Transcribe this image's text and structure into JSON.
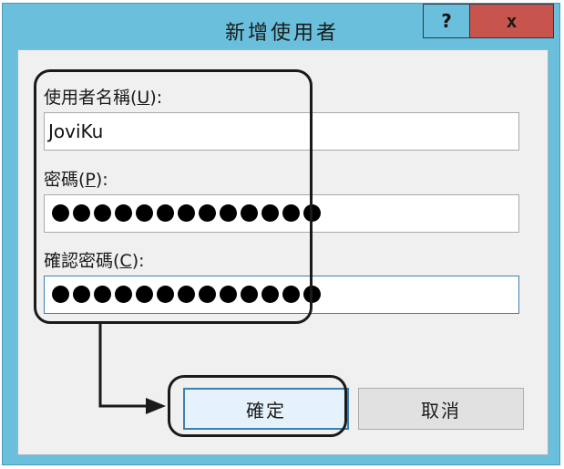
{
  "window": {
    "title": "新增使用者",
    "help_label": "?",
    "close_label": "x"
  },
  "form": {
    "username": {
      "label_prefix": "使用者名稱(",
      "access_key": "U",
      "label_suffix": "):",
      "value": "JoviKu"
    },
    "password": {
      "label_prefix": "密碼(",
      "access_key": "P",
      "label_suffix": "):",
      "masked_length": 13
    },
    "confirm_password": {
      "label_prefix": "確認密碼(",
      "access_key": "C",
      "label_suffix": "):",
      "masked_length": 13
    }
  },
  "buttons": {
    "ok_label": "確定",
    "cancel_label": "取消"
  },
  "colors": {
    "frame": "#6ac0dc",
    "close_button": "#c8554d",
    "client": "#f0f0f0",
    "ok_button_border": "#3c7fb1",
    "annotation": "#1a1a1a"
  }
}
